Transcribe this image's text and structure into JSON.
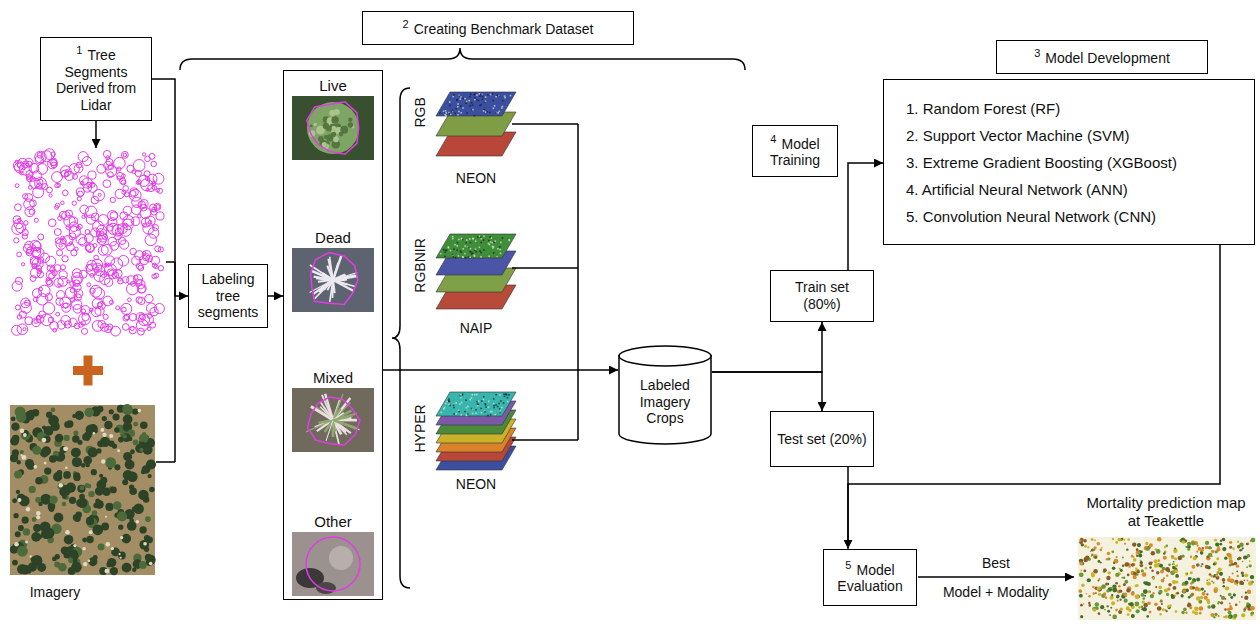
{
  "diagram": {
    "nodes": [
      {
        "text": [
          "1",
          "Tree Segments Derived from Lidar"
        ]
      },
      {
        "text": [
          "2",
          "Creating Benchmark Dataset"
        ]
      },
      {
        "text": [
          "Labeling tree segments"
        ]
      },
      {
        "text": [
          "Live",
          "Dead",
          "Mixed",
          "Other"
        ]
      },
      {
        "text": [
          "Labeled Imagery Crops"
        ]
      },
      {
        "text": [
          "4",
          "Model Training"
        ]
      },
      {
        "text": [
          "3",
          "Model Development"
        ]
      },
      {
        "text": [
          "1. Random Forest (RF)",
          "2. Support Vector Machine (SVM)",
          "3. Extreme Gradient Boosting (XGBoost)",
          "4. Artificial Neural Network (ANN)",
          "5. Convolution Neural Network (CNN)"
        ]
      },
      {
        "text": [
          "Train set (80%)"
        ]
      },
      {
        "text": [
          "Test set (20%)"
        ]
      },
      {
        "text": [
          "5",
          "Model Evaluation"
        ]
      }
    ],
    "edges": [
      {
        "from": 0,
        "to": 2,
        "arrow": "to"
      },
      {
        "from": 2,
        "to": 3,
        "arrow": "to"
      },
      {
        "from": 3,
        "to": 4,
        "arrow": "to"
      },
      {
        "from": 4,
        "to": 8,
        "arrow": "to"
      },
      {
        "from": 4,
        "to": 9,
        "arrow": "to"
      },
      {
        "from": 8,
        "to": 7,
        "arrow": "to"
      },
      {
        "from": 9,
        "to": 10,
        "arrow": "to"
      },
      {
        "from": 7,
        "to": 10,
        "arrow": "to"
      }
    ],
    "labels": [
      "Imagery",
      "RGB",
      "NEON",
      "RGBNIR",
      "NAIP",
      "HYPER",
      "NEON",
      "Best",
      "Model + Modality",
      "Mortality prediction map at Teakettle"
    ]
  }
}
